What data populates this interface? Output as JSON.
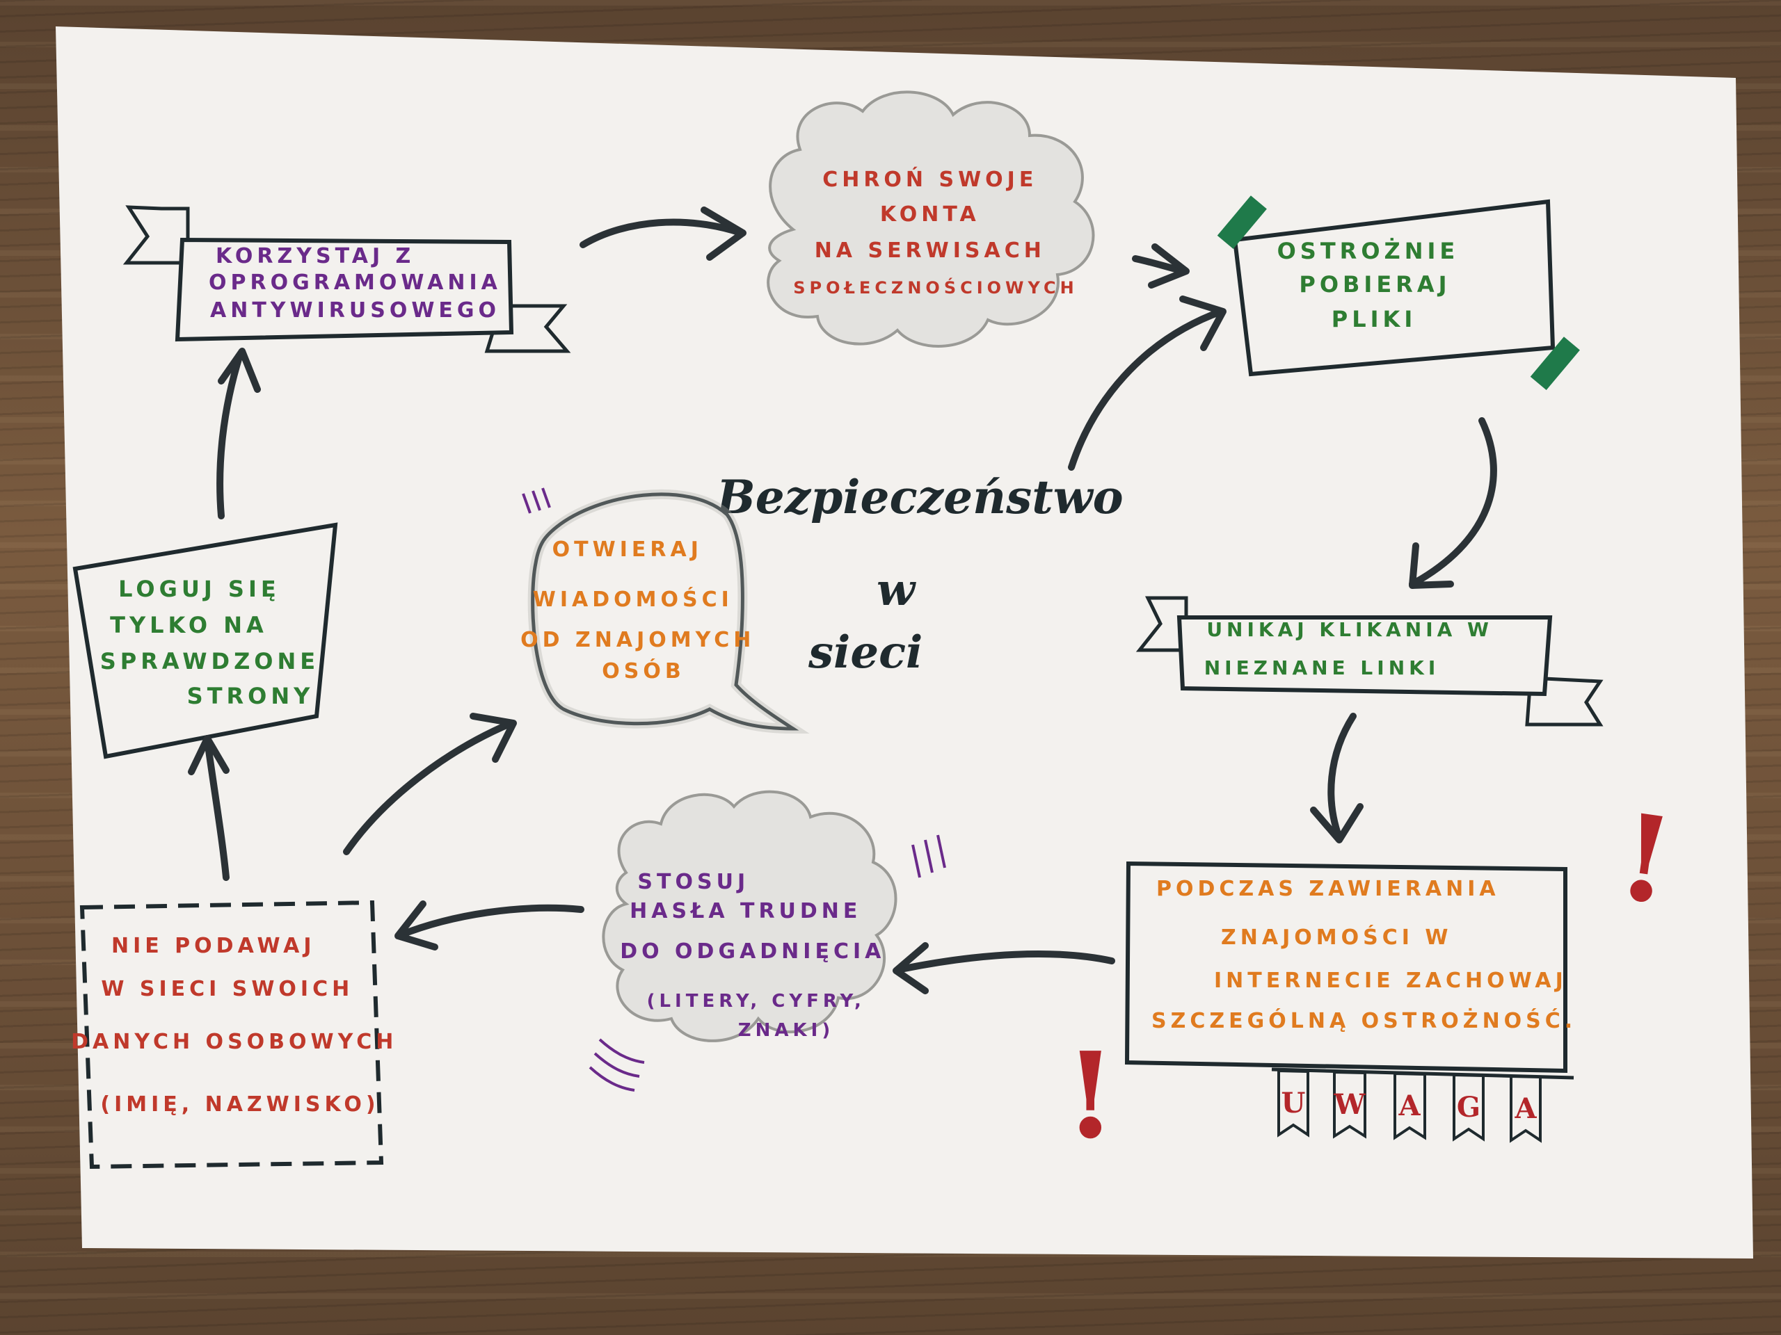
{
  "title": [
    "Bezpieczeństwo",
    "w",
    "sieci"
  ],
  "nodes": {
    "chron": [
      "CHROŃ SWOJE",
      "KONTA",
      "NA SERWISACH",
      "SPOŁECZNOŚCIOWYCH"
    ],
    "antywirus": [
      "KORZYSTAJ Z",
      "OPROGRAMOWANIA",
      "ANTYWIRUSOWEGO"
    ],
    "pobieraj": [
      "OSTROŻNIE",
      "POBIERAJ",
      "PLIKI"
    ],
    "linki": [
      "UNIKAJ KLIKANIA W",
      "NIEZNANE LINKI"
    ],
    "loguj": [
      "LOGUJ SIĘ",
      "TYLKO NA",
      "SPRAWDZONE",
      "STRONY"
    ],
    "otwieraj": [
      "OTWIERAJ",
      "WIADOMOŚCI",
      "OD ZNAJOMYCH",
      "OSÓB"
    ],
    "stosuj": [
      "STOSUJ",
      "HASŁA TRUDNE",
      "DO ODGADNIĘCIA",
      "(LITERY, CYFRY,",
      "ZNAKI)"
    ],
    "nie_podawaj": [
      "NIE PODAWAJ",
      "W SIECI SWOICH",
      "DANYCH OSOBOWYCH",
      "(IMIĘ, NAZWISKO)"
    ],
    "podczas": [
      "PODCZAS ZAWIERANIA",
      "ZNAJOMOŚCI W",
      "INTERNECIE ZACHOWAJ",
      "SZCZEGÓLNĄ OSTROŻNOŚĆ."
    ]
  },
  "uwaga": [
    "U",
    "W",
    "A",
    "G",
    "A"
  ],
  "exclamation": "!",
  "colors": {
    "red": "#c0392b",
    "purple": "#6a2a8a",
    "green": "#2e7d32",
    "orange": "#e07b1f",
    "ink": "#1f2a2e",
    "banner_red": "#b3262a",
    "tape": "#1f7a4a"
  }
}
